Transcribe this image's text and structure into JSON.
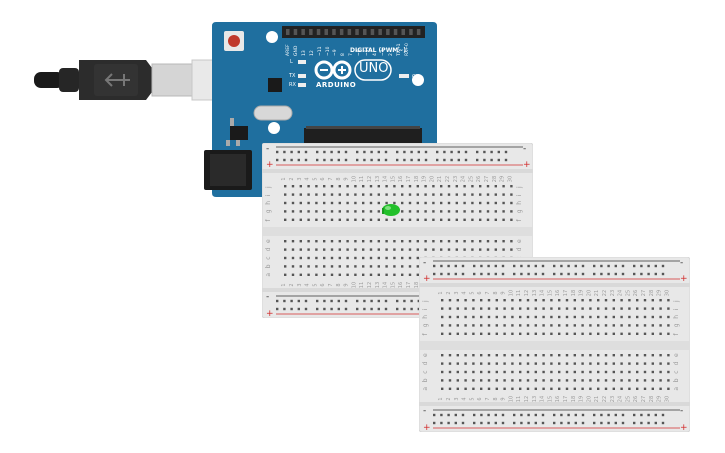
{
  "arduino": {
    "uno_label": "UNO",
    "brand_label": "ARDUINO",
    "digital_label": "DIGITAL (PWM~)",
    "on_label": "ON",
    "led_l_label": "L",
    "tx_label": "TX",
    "rx_label": "RX",
    "pin_header_labels": [
      "AREF",
      "GND",
      "13",
      "12",
      "~11",
      "~10",
      "~9",
      "8",
      "7",
      "~6",
      "~5",
      "4",
      "~3",
      "2",
      "TX→1",
      "RX←0"
    ],
    "colors": {
      "board": "#1f6f9f",
      "header": "#222222",
      "reset": "#c0392b"
    }
  },
  "usb_cable": {
    "icon": "usb-plug-icon"
  },
  "breadboard_1": {
    "column_numbers": [
      "1",
      "2",
      "3",
      "4",
      "5",
      "6",
      "7",
      "8",
      "9",
      "10",
      "11",
      "12",
      "13",
      "14",
      "15",
      "16",
      "17",
      "18",
      "19",
      "20",
      "21",
      "22",
      "23",
      "24",
      "25",
      "26",
      "27",
      "28",
      "29",
      "30"
    ],
    "row_letters_top": [
      "j",
      "i",
      "h",
      "g",
      "f"
    ],
    "row_letters_bottom": [
      "e",
      "d",
      "c",
      "b",
      "a"
    ],
    "rail_minus": "-",
    "rail_plus": "+"
  },
  "breadboard_2": {
    "column_numbers": [
      "1",
      "2",
      "3",
      "4",
      "5",
      "6",
      "7",
      "8",
      "9",
      "10",
      "11",
      "12",
      "13",
      "14",
      "15",
      "16",
      "17",
      "18",
      "19",
      "20",
      "21",
      "22",
      "23",
      "24",
      "25",
      "26",
      "27",
      "28",
      "29",
      "30"
    ],
    "row_letters_top": [
      "j",
      "i",
      "h",
      "g",
      "f"
    ],
    "row_letters_bottom": [
      "e",
      "d",
      "c",
      "b",
      "a"
    ],
    "rail_minus": "-",
    "rail_plus": "+"
  },
  "led": {
    "color": "#22c02a",
    "icon": "led-icon"
  },
  "colors": {
    "breadboard": "#e6e6e6",
    "hole": "#555555",
    "rail_red": "#d22c2c",
    "rail_black": "#333333"
  }
}
